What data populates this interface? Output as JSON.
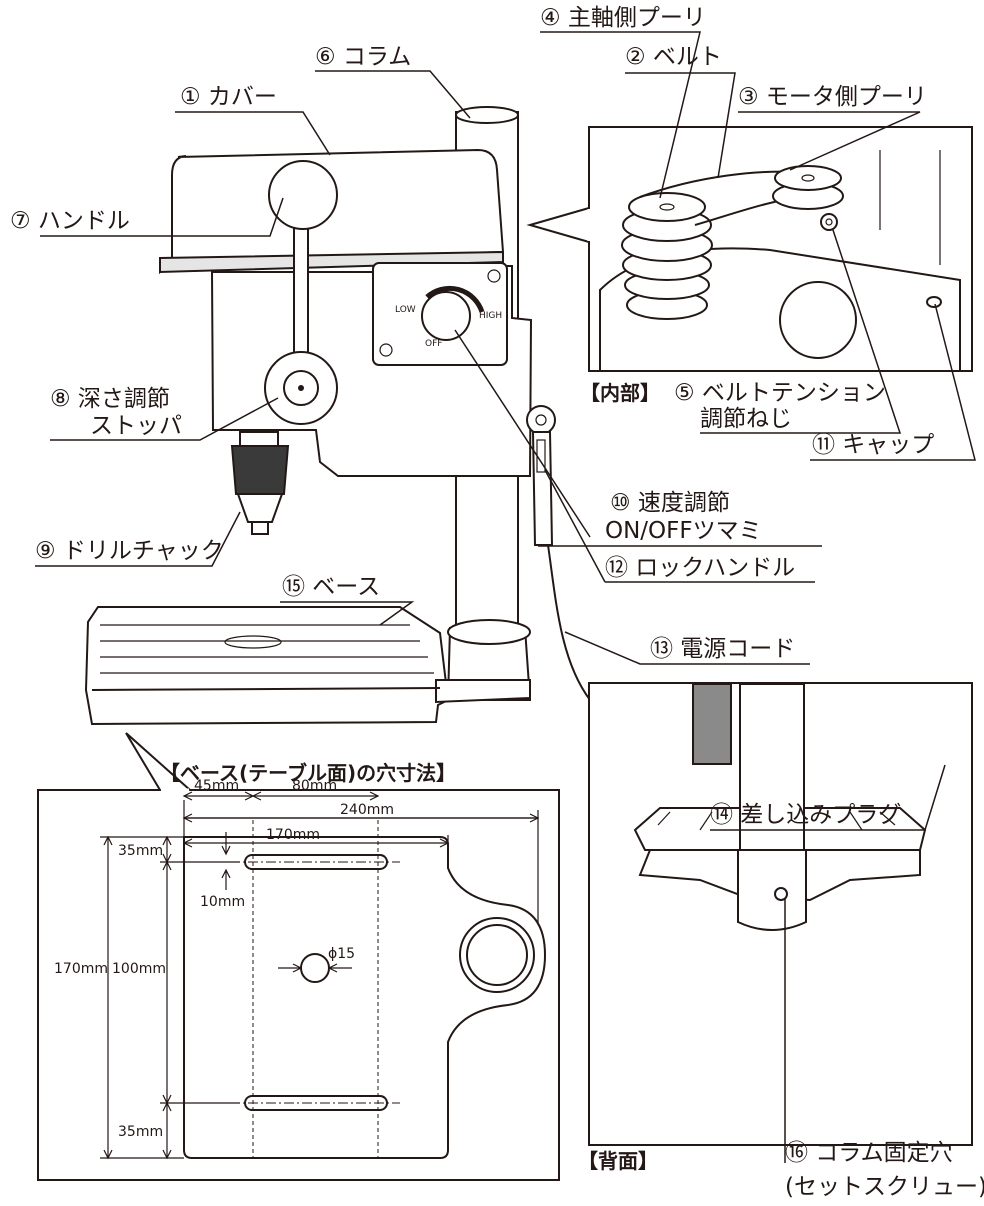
{
  "parts": {
    "p1": "① カバー",
    "p2": "② ベルト",
    "p3": "③ モータ側プーリ",
    "p4": "④ 主軸側プーリ",
    "p5_line1": "⑤ ベルトテンション",
    "p5_line2": "調節ねじ",
    "p6": "⑥ コラム",
    "p7": "⑦ ハンドル",
    "p8_line1": "⑧ 深さ調節",
    "p8_line2": "ストッパ",
    "p9": "⑨ ドリルチャック",
    "p10_line1": "⑩ 速度調節",
    "p10_line2": "ON/OFFツマミ",
    "p11": "⑪ キャップ",
    "p12": "⑫ ロックハンドル",
    "p13": "⑬ 電源コード",
    "p14": "⑭ 差し込みプラグ",
    "p15": "⑮ ベース",
    "p16_line1": "⑯ コラム固定穴",
    "p16_line2": "(セットスクリュー)"
  },
  "inset_labels": {
    "internal": "【内部】",
    "back": "【背面】",
    "base_title": "【ベース(テーブル面)の穴寸法】"
  },
  "speed_dial": {
    "low": "LOW",
    "high": "HIGH",
    "off": "OFF"
  },
  "dimensions": {
    "w240": "240mm",
    "w170": "170mm",
    "w45": "45mm",
    "w80": "80mm",
    "h35_top": "35mm",
    "h10": "10mm",
    "h170": "170mm",
    "h100": "100mm",
    "h35_bottom": "35mm",
    "phi15": "ϕ15"
  }
}
